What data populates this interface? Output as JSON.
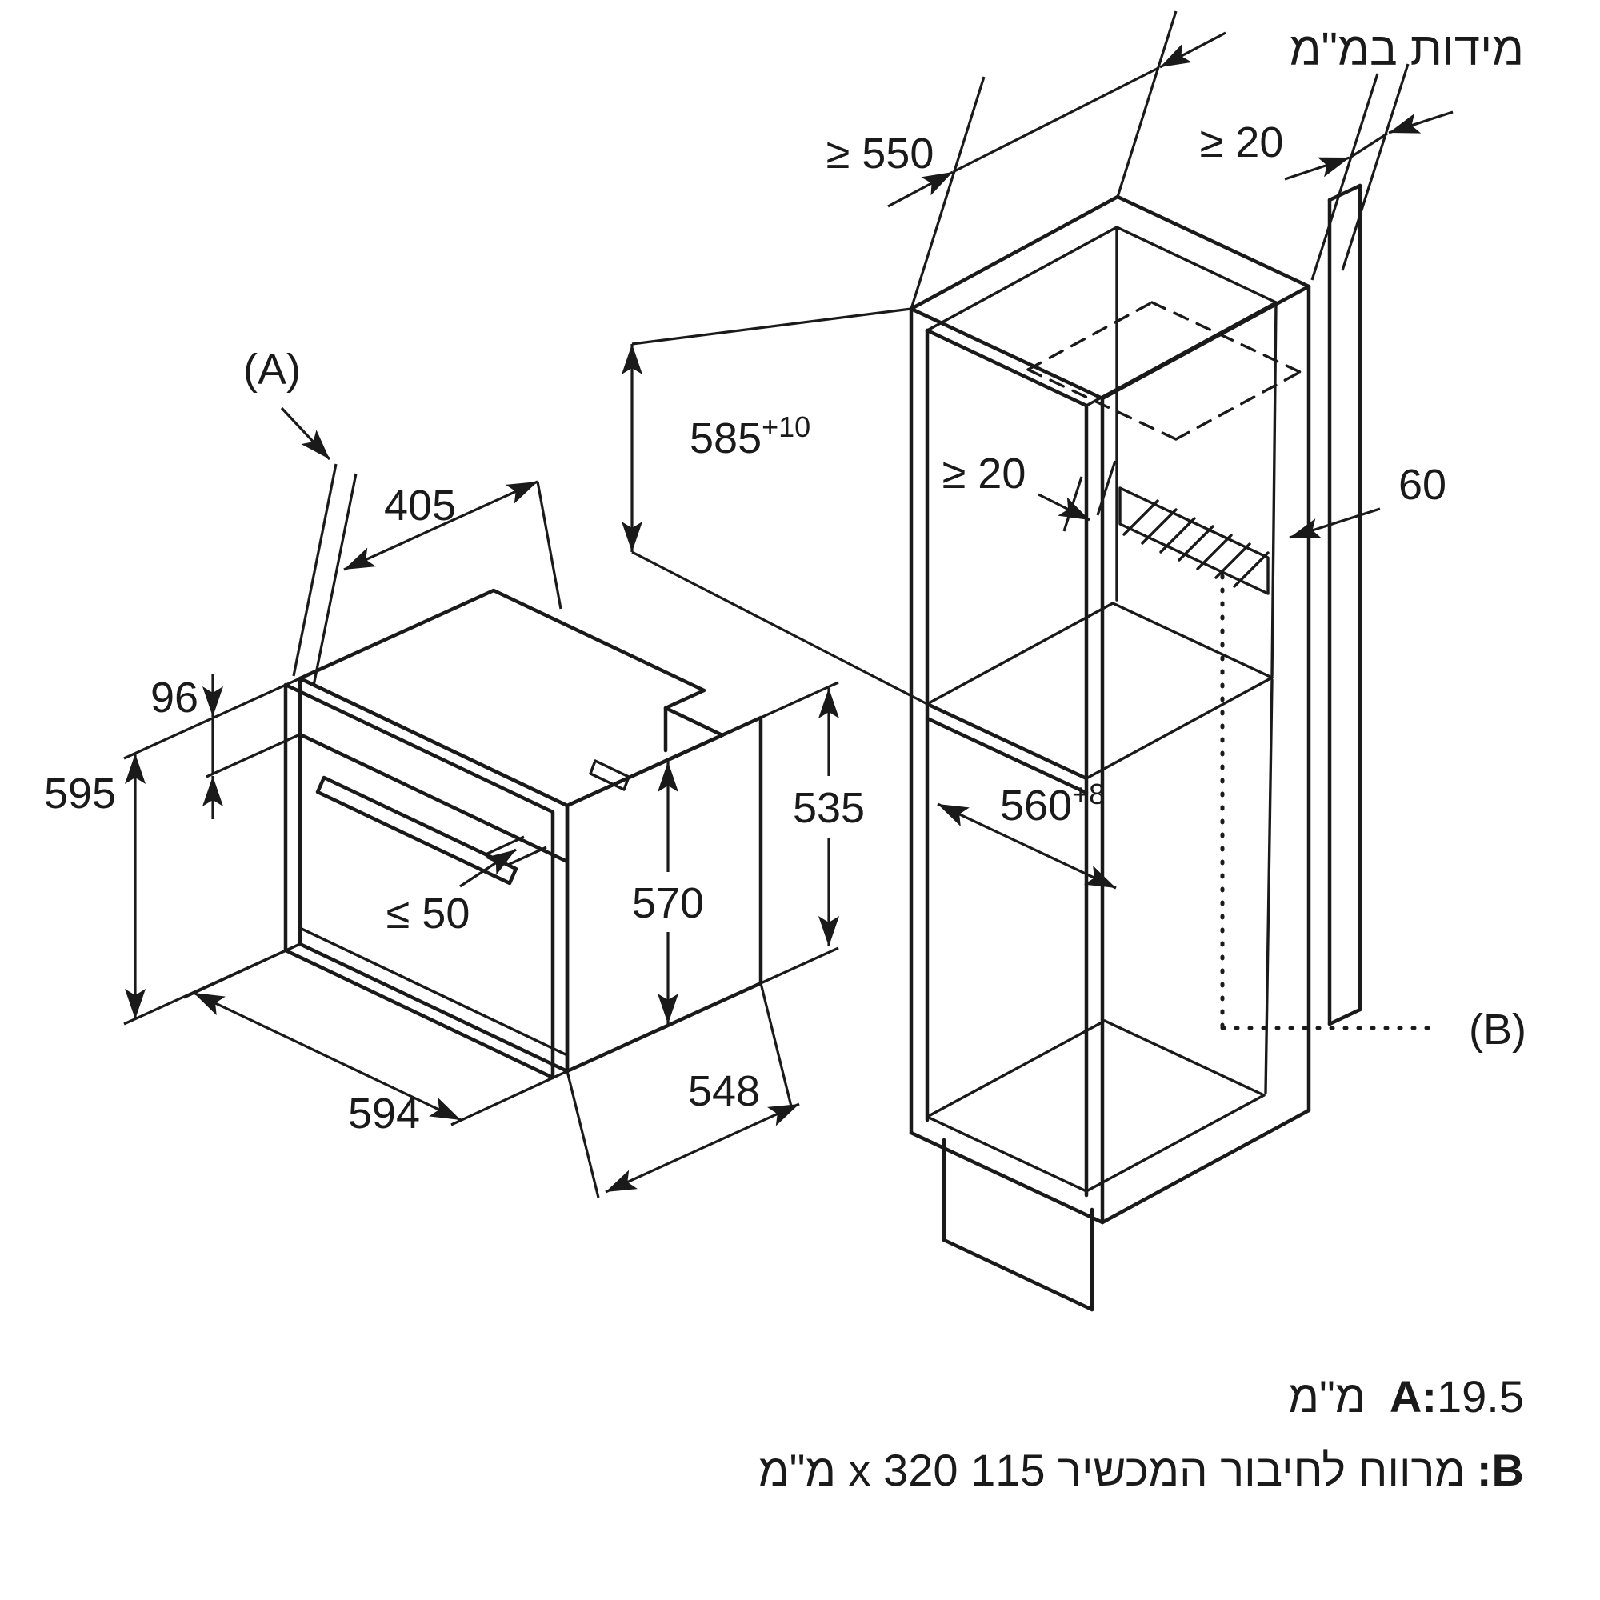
{
  "title": "מידות במ\"מ",
  "oven": {
    "label_a": "(A)",
    "top_depth": "405",
    "panel_height": "96",
    "front_height": "595",
    "handle_clearance": "≤ 50",
    "body_height": "570",
    "width": "594",
    "body_depth": "548",
    "rear_height": "535"
  },
  "cabinet": {
    "min_depth": "≥ 550",
    "top_gap": "≥ 20",
    "niche_height": "585",
    "niche_height_tolerance": "+10",
    "rear_gap": "≥ 20",
    "rear_recess_depth": "60",
    "niche_width": "560",
    "niche_width_tolerance": "+8",
    "label_b": "(B)"
  },
  "legend": {
    "a_label": "A:",
    "a_text": "19.5 מ\"מ",
    "b_label": "B:",
    "b_text": "מרווח לחיבור המכשיר 115 x 320 מ\"מ"
  }
}
